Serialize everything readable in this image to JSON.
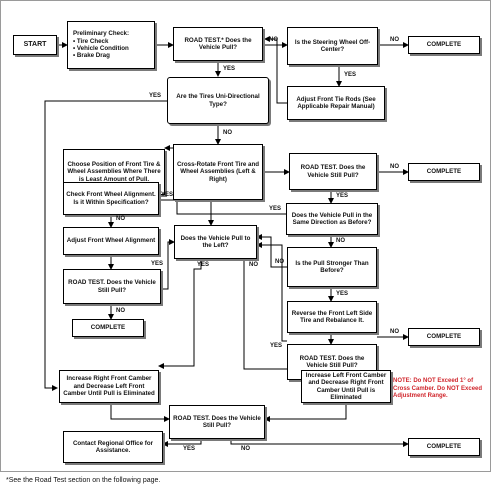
{
  "boxes": {
    "start": "START",
    "preliminary_check": {
      "title": "Preliminary Check:",
      "items": [
        "Tire Check",
        "Vehicle Condition",
        "Brake Drag"
      ]
    },
    "road_test_pull": "ROAD TEST.* Does the Vehicle Pull?",
    "steering_off_center": "Is the Steering Wheel Off-Center?",
    "complete_1": "COMPLETE",
    "adjust_tie_rods": "Adjust Front Tie Rods (See Applicable Repair Manual)",
    "tires_unidirectional": "Are the Tires Uni-Directional Type?",
    "choose_position": "Choose Position of Front Tire & Wheel Assemblies Where There is Least Amount of Pull.",
    "cross_rotate": "Cross-Rotate Front Tire and Wheel Assemblies (Left & Right)",
    "road_test_still_pull_1": "ROAD TEST. Does the Vehicle Still Pull?",
    "complete_2": "COMPLETE",
    "check_alignment": "Check Front Wheel Alignment. Is it Within Specification?",
    "same_direction": "Does the Vehicle Pull in the Same Direction as Before?",
    "adjust_alignment": "Adjust Front Wheel Alignment",
    "pull_to_left": "Does the Vehicle Pull to the Left?",
    "pull_stronger": "Is the Pull Stronger Than Before?",
    "road_test_still_pull_2": "ROAD TEST. Does the Vehicle Still Pull?",
    "reverse_tire": "Reverse the Front Left Side Tire and Rebalance It.",
    "complete_3": "COMPLETE",
    "road_test_still_pull_3": "ROAD TEST. Does the Vehicle Still Pull?",
    "complete_4": "COMPLETE",
    "increase_right_camber": "Increase Right Front Camber and Decrease Left Front Camber Until Pull is Eliminated",
    "increase_left_camber": "Increase Left Front Camber and Decrease Right Front Camber Until Pull is Eliminated",
    "road_test_still_pull_4": "ROAD TEST. Does the Vehicle Still Pull?",
    "contact_office": "Contact Regional Office for Assistance.",
    "complete_5": "COMPLETE"
  },
  "note": "NOTE: Do NOT Exceed 1° of Cross Camber. Do NOT Exceed Adjustment Range.",
  "footnote": "*See the Road Test section on the following page.",
  "labels": {
    "yes": "YES",
    "no": "NO"
  },
  "colors": {
    "note": "#d0262c",
    "line": "#000000",
    "shadow": "#7a7a7a"
  }
}
